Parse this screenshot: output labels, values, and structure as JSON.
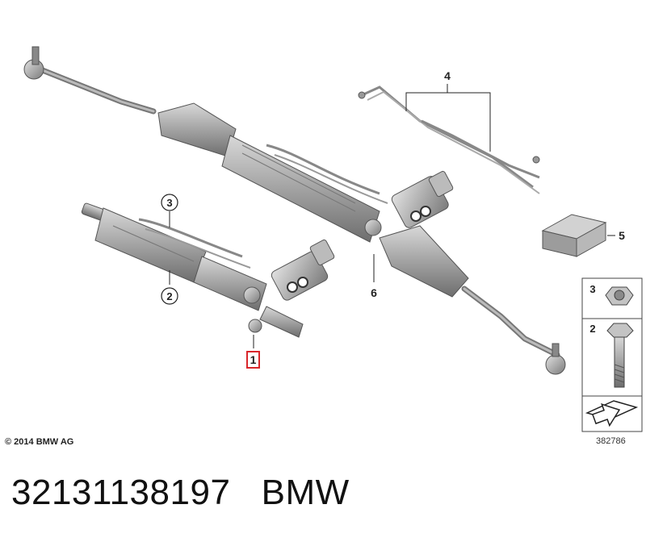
{
  "callouts": {
    "c1": "1",
    "c2": "2",
    "c3": "3",
    "c4": "4",
    "c5": "5",
    "c6": "6"
  },
  "legend": {
    "item_nut": "3",
    "item_bolt": "2"
  },
  "copyright": "© 2014 BMW AG",
  "drawing_number": "382786",
  "caption": {
    "part_number": "32131138197",
    "brand": "BMW"
  },
  "colors": {
    "highlight": "#d9262b",
    "line": "#333333",
    "metal": "#9a9a9a"
  }
}
